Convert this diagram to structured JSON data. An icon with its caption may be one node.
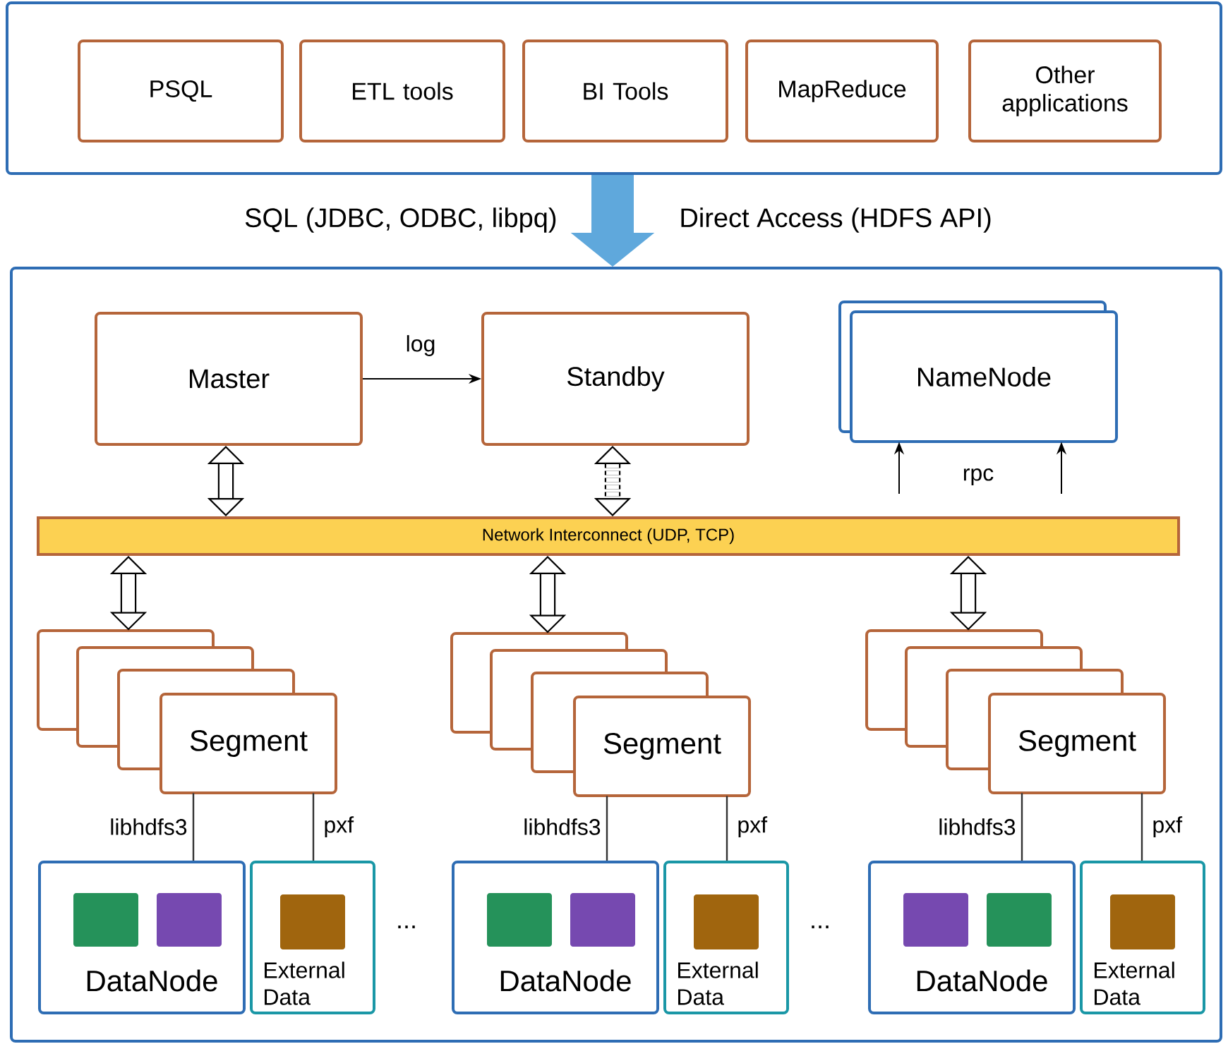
{
  "diagram": {
    "nodes": [
      {
        "text": [],
        "shape": "box"
      },
      {
        "text": [
          "PSQL"
        ],
        "in": 0
      },
      {
        "text": [
          "ETL tools"
        ],
        "in": 0
      },
      {
        "text": [
          "BI Tools"
        ],
        "in": 0
      },
      {
        "text": [
          "MapReduce"
        ],
        "in": 0
      },
      {
        "text": [
          "Other applications"
        ],
        "in": 0
      },
      {
        "text": [],
        "shape": "box"
      },
      {
        "text": [
          "Master"
        ],
        "in": 6
      },
      {
        "text": [
          "Standby"
        ],
        "in": 6
      },
      {
        "text": [
          "NameNode"
        ],
        "in": 6
      },
      {
        "text": [
          "Network Interconnect (UDP, TCP)"
        ],
        "in": 6
      },
      {
        "text": [
          "Segment"
        ],
        "in": 6
      },
      {
        "text": [
          "DataNode"
        ],
        "in": 6
      },
      {
        "text": [
          "External Data"
        ],
        "in": 6
      },
      {
        "text": [
          "Segment"
        ],
        "in": 6
      },
      {
        "text": [
          "DataNode"
        ],
        "in": 6
      },
      {
        "text": [
          "External Data"
        ],
        "in": 6
      },
      {
        "text": [
          "Segment"
        ],
        "in": 6
      },
      {
        "text": [
          "DataNode"
        ],
        "in": 6
      },
      {
        "text": [
          "External Data"
        ],
        "in": 6
      }
    ],
    "edges": [
      {
        "from": 0,
        "to": 6,
        "arrow": "to",
        "style": "thick",
        "color": "#5fa8dc"
      },
      {
        "from": 7,
        "to": 8,
        "arrow": "to",
        "label": "log"
      },
      {
        "from": 7,
        "to": 10,
        "arrow": "both",
        "style": "thick"
      },
      {
        "from": 8,
        "to": 10,
        "arrow": "both",
        "style": "dashed"
      },
      {
        "from": null,
        "to": 9,
        "arrow": "to"
      },
      {
        "from": null,
        "to": 9,
        "arrow": "to"
      },
      {
        "from": 10,
        "to": 11,
        "arrow": "both",
        "style": "thick"
      },
      {
        "from": 10,
        "to": 14,
        "arrow": "both",
        "style": "thick"
      },
      {
        "from": 10,
        "to": 17,
        "arrow": "both",
        "style": "thick"
      },
      {
        "from": 11,
        "to": 12,
        "arrow": "none",
        "label": "libhdfs3"
      },
      {
        "from": 11,
        "to": 13,
        "arrow": "none",
        "label": "pxf"
      },
      {
        "from": 14,
        "to": 15,
        "arrow": "none",
        "label": "libhdfs3"
      },
      {
        "from": 14,
        "to": 16,
        "arrow": "none",
        "label": "pxf"
      },
      {
        "from": 17,
        "to": 18,
        "arrow": "none",
        "label": "libhdfs3"
      },
      {
        "from": 17,
        "to": 19,
        "arrow": "none",
        "label": "pxf"
      }
    ],
    "labels": [
      "SQL (JDBC, ODBC, libpq)",
      "Direct Access (HDFS API)",
      "rpc",
      "...",
      "..."
    ]
  }
}
